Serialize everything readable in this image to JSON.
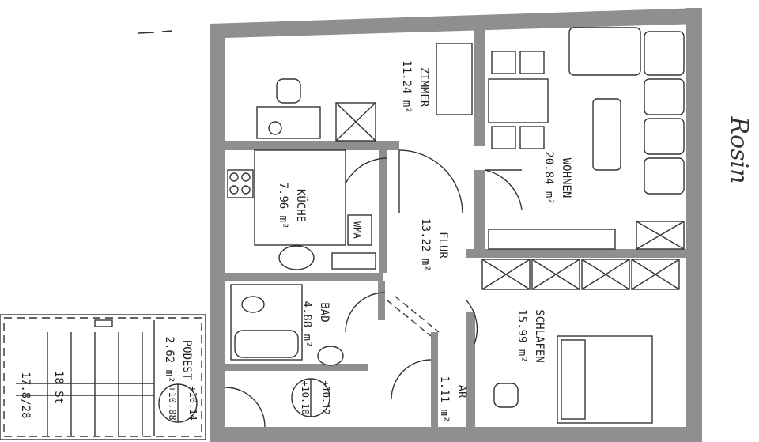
{
  "rooms": {
    "zimmer": {
      "name": "ZIMMER",
      "area": "11.24 m²"
    },
    "wohnen": {
      "name": "WOHNEN",
      "area": "20.84 m²"
    },
    "kueche": {
      "name": "KÜCHE",
      "area": "7.96 m²"
    },
    "flur": {
      "name": "FLUR",
      "area": "13.22 m²"
    },
    "bad": {
      "name": "BAD",
      "area": "4.88 m²"
    },
    "schlafen": {
      "name": "SCHLAFEN",
      "area": "15.99 m²"
    },
    "abstell": {
      "name": "AR",
      "area": "1.11 m²"
    },
    "podest": {
      "name": "PODEST",
      "area": "2.62 m²"
    }
  },
  "stair": {
    "label": "18 St",
    "ratio": "17.8/28"
  },
  "levels": {
    "podest_a": "+10.14",
    "podest_b": "+10.08",
    "flur_a": "+10.12",
    "flur_b": "+10.10"
  },
  "fixtures": {
    "wma": "WMA"
  },
  "annotation": {
    "handwritten": "Rosin"
  },
  "colors": {
    "wall": "#8f8f8f",
    "line": "#333333",
    "paper": "#ffffff"
  }
}
